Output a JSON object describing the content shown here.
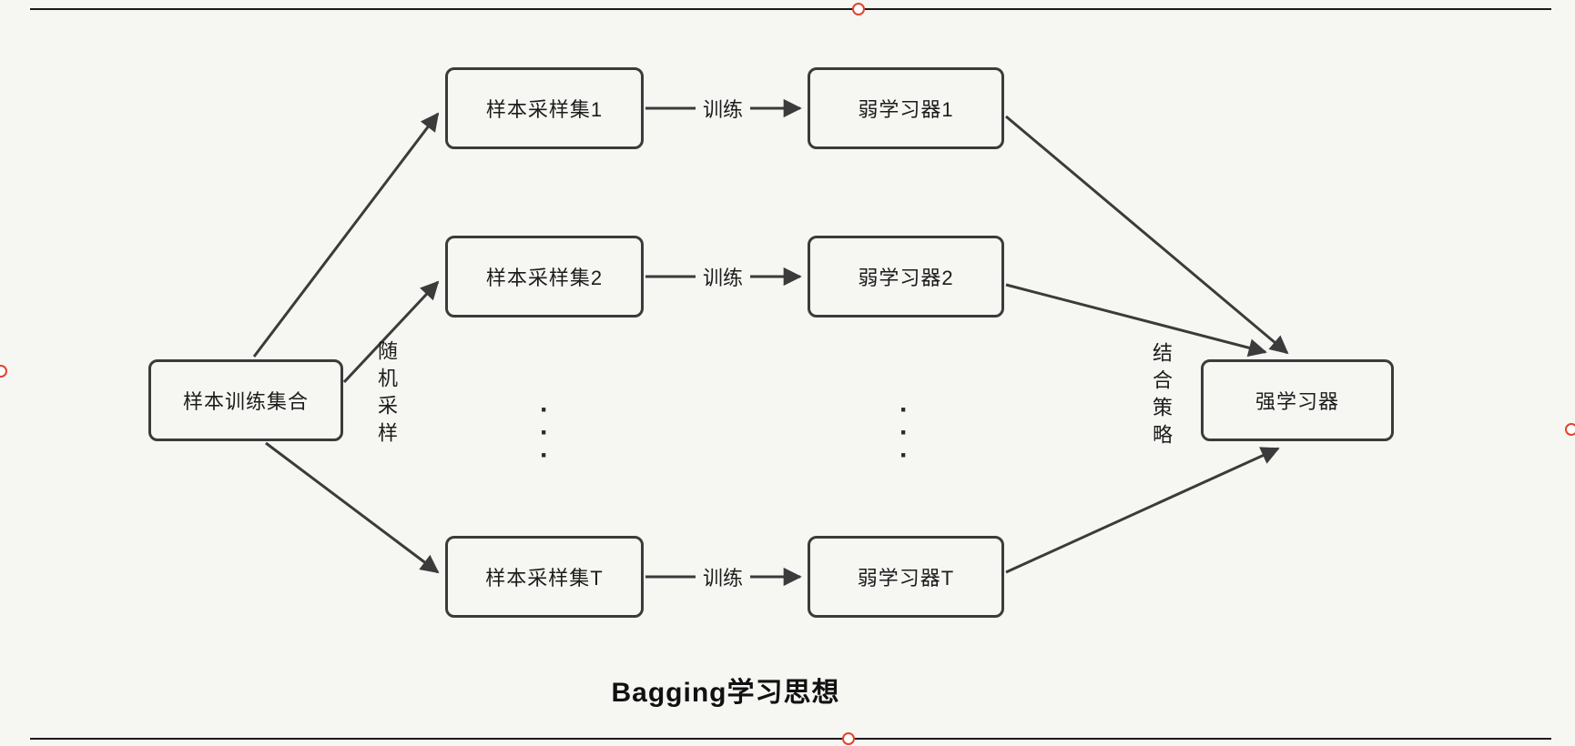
{
  "diagram": {
    "title": "Bagging学习思想",
    "source": "样本训练集合",
    "samples": [
      "样本采样集1",
      "样本采样集2",
      "样本采样集T"
    ],
    "learners": [
      "弱学习器1",
      "弱学习器2",
      "弱学习器T"
    ],
    "strong": "强学习器",
    "labels": {
      "random_sampling": "随机采样",
      "train": "训练",
      "combine_strategy": "结合策略",
      "ellipsis": "·\n·\n·"
    },
    "colors": {
      "stroke": "#3b3b3b",
      "background": "#f6f6f3",
      "selection_handle": "#e0442e",
      "selection_border": "#1b1b1b"
    }
  }
}
